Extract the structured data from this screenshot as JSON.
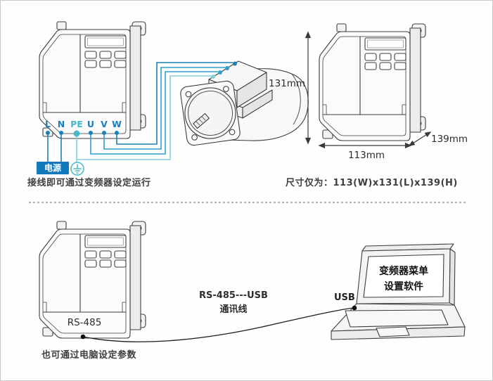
{
  "colors": {
    "accent_blue": "#1a7fc0",
    "accent_teal": "#45bac8",
    "wire_blue_dark": "#1f7eb5",
    "wire_blue": "#2f9ecd",
    "wire_teal": "#85cfd8",
    "line_art": "#3d3d3d",
    "power_badge_bg": "#1279bd"
  },
  "top_left": {
    "terminals": [
      {
        "label": "L"
      },
      {
        "label": "N"
      },
      {
        "label": "PE"
      },
      {
        "label": "U"
      },
      {
        "label": "V"
      },
      {
        "label": "W"
      }
    ],
    "power_label": "电源",
    "caption": "接线即可通过变频器设定运行"
  },
  "top_right": {
    "dim_height": "131mm",
    "dim_width": "113mm",
    "dim_depth": "139mm",
    "caption": "尺寸仅为：113(W)x131(L)x139(H)"
  },
  "bottom": {
    "port_label": "RS-485",
    "cable_label_line1": "RS-485---USB",
    "cable_label_line2": "通讯线",
    "usb_label": "USB",
    "screen_line1": "变频器菜单",
    "screen_line2": "设置软件",
    "caption": "也可通过电脑设定参数"
  }
}
